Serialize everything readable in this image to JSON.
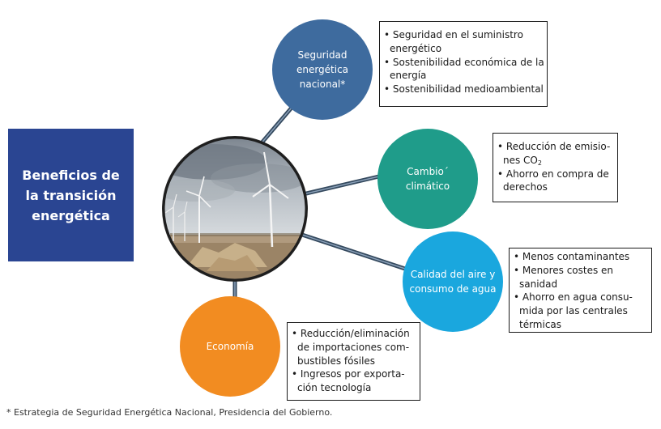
{
  "title": {
    "lines": [
      "Beneficios de",
      "la transición",
      "energética"
    ]
  },
  "colors": {
    "title_bg": "#2a4592",
    "seguridad": "#3e6b9e",
    "cambio": "#1f9c8a",
    "calidad": "#1aa7de",
    "economia": "#f28c21",
    "connector": "#34495e"
  },
  "center_image": {
    "icon": "wind-turbines-photo"
  },
  "benefits": [
    {
      "id": "seguridad",
      "circle_lines": [
        "Seguridad",
        "energética",
        "nacional*"
      ],
      "box_lines": [
        "• Seguridad en el suministro",
        "energético",
        "• Sostenibilidad económica de la",
        "energía",
        "• Sostenibilidad medioambiental"
      ]
    },
    {
      "id": "cambio",
      "circle_lines": [
        "Cambio´",
        "climático"
      ],
      "box_lines": [
        "• Reducción de emisio-",
        "nes CO",
        "• Ahorro en compra de",
        "derechos"
      ],
      "co2_subscript": "2"
    },
    {
      "id": "calidad",
      "circle_lines": [
        "Calidad del aire y",
        "consumo de agua"
      ],
      "box_lines": [
        "• Menos contaminantes",
        "• Menores costes en",
        "sanidad",
        "• Ahorro en agua consu-",
        "mida por las centrales",
        "térmicas"
      ]
    },
    {
      "id": "economia",
      "circle_lines": [
        "Economía"
      ],
      "box_lines": [
        "• Reducción/eliminación",
        "de importaciones com-",
        "bustibles fósiles",
        "• Ingresos por exporta-",
        "ción tecnología"
      ]
    }
  ],
  "footnote": "* Estrategia de Seguridad Energética Nacional, Presidencia del Gobierno."
}
